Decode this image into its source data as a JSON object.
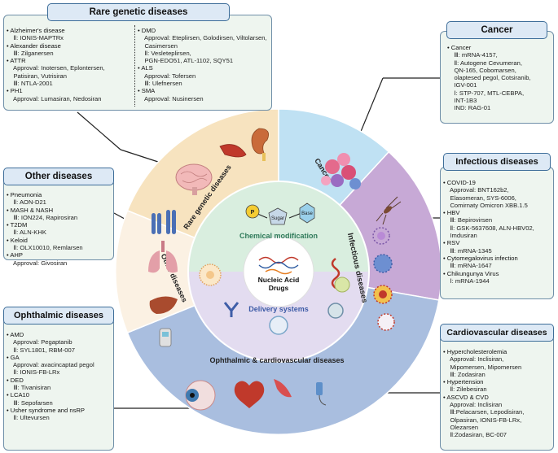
{
  "sections": {
    "rare": {
      "title": "Rare genetic diseases",
      "col1": [
        "• Alzheimer's disease",
        "    Ⅱ: IONIS-MAPTRx",
        "• Alexander disease",
        "    Ⅲ: Zilganersen",
        "• ATTR",
        "    Approval: Inotersen, Eplontersen,",
        "    Patisiran, Vutrisiran",
        "    Ⅲ: NTLA-2001",
        "• PH1",
        "    Approval: Lumasiran, Nedosiran"
      ],
      "col2": [
        "• DMD",
        "    Approval: Eteplirsen, Golodirsen, Viltolarsen,",
        "    Casimersen",
        "    Ⅱ: Vesleteplirsen,",
        "    PGN-EDO51, ATL-1102, SQY51",
        "• ALS",
        "    Approval: Tofersen",
        "    Ⅲ: Ulefnersen",
        "• SMA",
        "    Approval: Nusinersen"
      ]
    },
    "cancer": {
      "title": "Cancer",
      "lines": [
        "• Cancer",
        "    Ⅲ: mRNA-4157,",
        "    Ⅱ: Autogene Cevumeran,",
        "    QN-165, Cobomarsen,",
        "    olaptesed pegol, Cotsiranib,",
        "    IGV-001",
        "    Ⅰ: STP-707, MTL-CEBPA,",
        "    INT-1B3",
        "    IND: RAG-01"
      ]
    },
    "infectious": {
      "title": "Infectious diseases",
      "lines": [
        "• COVID-19",
        "    Approval: BNT162b2,",
        "    Elasomeran, SYS-6006,",
        "    Comirnaty Omicron XBB.1.5",
        "• HBV",
        "    Ⅲ: Bepirovirsen",
        "    Ⅱ: GSK-5637608, ALN-HBV02,",
        "    Imdusiran",
        "• RSV",
        "    Ⅲ: mRNA-1345",
        "• Cytomegalovirus infection",
        "    Ⅲ: mRNA-1647",
        "• Chikungunya Virus",
        "    Ⅰ: mRNA-1944"
      ]
    },
    "other": {
      "title": "Other diseases",
      "lines": [
        "• Pneumonia",
        "    Ⅱ: AON-D21",
        "• MASH & NASH",
        "    Ⅲ: ION224, Rapirosiran",
        "• T2DM",
        "    Ⅱ: ALN-KHK",
        "• Keloid",
        "    Ⅱ: OLX10010, Remlarsen",
        "• AHP",
        "    Approval: Givosiran"
      ]
    },
    "ophthalmic": {
      "title": "Ophthalmic diseases",
      "lines": [
        "• AMD",
        "    Approval: Pegaptanib",
        "    Ⅱ: SYL1801, RBM-007",
        "• GA",
        "    Approval: avacincaptad pegol",
        "    Ⅱ: IONIS-FB-LRx",
        "• DED",
        "    Ⅲ: Tivanisiran",
        "• LCA10",
        "    Ⅲ: Sepofarsen",
        "• Usher syndrome and nsRP",
        "    Ⅱ: Ultevursen"
      ]
    },
    "cardio": {
      "title": "Cardiovascular diseases",
      "lines": [
        "• Hypercholesterolemia",
        "    Approval: Inclisiran,",
        "    Mipomersen, Mipomersen",
        "    Ⅲ: Zodasiran",
        "• Hypertension",
        "    Ⅱ: Zilebesiran",
        "• ASCVD & CVD",
        "    Approval: Inclisiran",
        "    Ⅲ:Pelacarsen, Lepodisiran,",
        "    Olpasiran, IONIS-FB-LRx,",
        "    Olezarsen",
        "    Ⅱ:Zodasiran, BC-007"
      ]
    }
  },
  "wheel": {
    "sector_rare": "Rare genetic diseases",
    "sector_cancer": "Cancer",
    "sector_infectious": "Infectious diseases",
    "sector_other": "Other diseases",
    "sector_ophth_cardio": "Ophthalmic  &  cardiovascular diseases",
    "chemical_modification": "Chemical modification",
    "delivery_systems": "Delivery systems",
    "center_line1": "Nucleic Acid",
    "center_line2": "Drugs",
    "sugar": "Sugar",
    "base": "Base",
    "phosphate": "P"
  },
  "colors": {
    "rare": "#f7e3bf",
    "cancer": "#bfe1f3",
    "infectious": "#c7a9d6",
    "other": "#fbf1e3",
    "ophth_cardio": "#a9bedf",
    "chemical": "#d9eedf",
    "delivery": "#e3dcf0",
    "header_border": "#3d6d99"
  }
}
